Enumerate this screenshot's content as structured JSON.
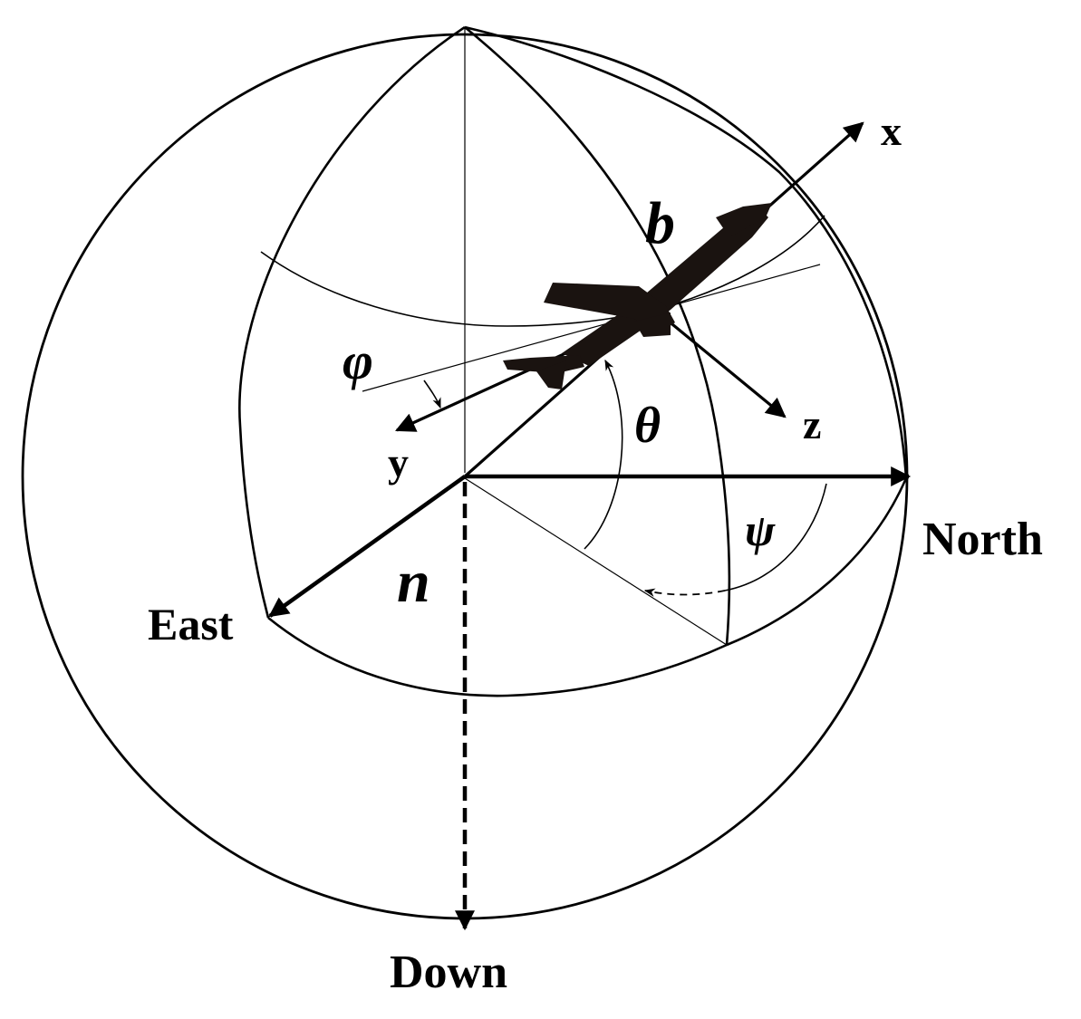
{
  "labels": {
    "x_axis": "x",
    "y_axis": "y",
    "z_axis": "z",
    "body_frame": "b",
    "nav_frame": "n",
    "north": "North",
    "east": "East",
    "down": "Down",
    "roll": "φ",
    "pitch": "θ",
    "yaw": "ψ"
  },
  "icons": {
    "aircraft": "airplane-silhouette-icon"
  },
  "colors": {
    "ink": "#000000",
    "background": "#ffffff",
    "aircraft": "#1a1310"
  }
}
